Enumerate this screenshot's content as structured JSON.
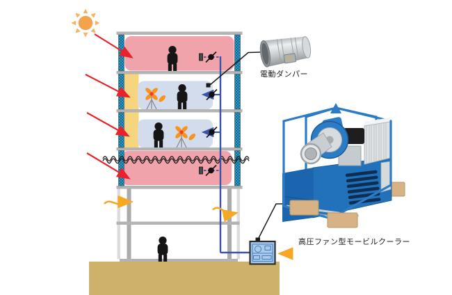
{
  "image_type": "concept-diagram",
  "labels": {
    "electric_damper": "電動ダンパー",
    "mobile_cooler": "高圧ファン型モービルクーラー"
  },
  "colors": {
    "hot_room": "#F1A3AB",
    "cooled_room": "#D3DCED",
    "sun_shade_strip": "#F6D57E",
    "hatched_glass_wall": "#2FA9DE",
    "slab_gray": "#B3B3B3",
    "ground": "#CEB269",
    "heat_arrow_red": "#E8212B",
    "wind_arrow_yellow": "#F6A723",
    "duct_line_blue": "#3B54A5",
    "cooler_body_blue": "#2172BA",
    "sun_orange": "#F4A24D",
    "fan_orange": "#F7931E"
  },
  "building": {
    "floor_order": "top to bottom",
    "floors": [
      {
        "condition": "hot",
        "room_color": "#F1A3AB",
        "occupants": 1,
        "spot_fan": false,
        "damper": "closed",
        "heat_arrow": true
      },
      {
        "condition": "cooled",
        "room_color": "#D3DCED",
        "occupants": 1,
        "spot_fan": true,
        "damper": "open",
        "heat_arrow": true,
        "shade_strip": true
      },
      {
        "condition": "cooled",
        "room_color": "#D3DCED",
        "occupants": 1,
        "spot_fan": true,
        "damper": "open",
        "heat_arrow": true,
        "shade_strip": true
      },
      {
        "condition": "hot",
        "room_color": "#F1A3AB",
        "occupants": 1,
        "spot_fan": false,
        "damper": "closed",
        "heat_arrow": true,
        "heat_wave_line": true
      }
    ],
    "open_lower_levels": 2,
    "ground_level_occupants": 1,
    "wind_arrows": 2
  },
  "equipment": [
    {
      "id": "electric-damper",
      "label": "電動ダンパー",
      "depiction": "metal duct damper photo, leader line to floor damper symbol"
    },
    {
      "id": "mobile-cooler",
      "label": "高圧ファン型モービルクーラー",
      "depiction": "blue framed fan cooler photo on wood blocks, leader line to plan-view box fed by duct riser"
    }
  ]
}
